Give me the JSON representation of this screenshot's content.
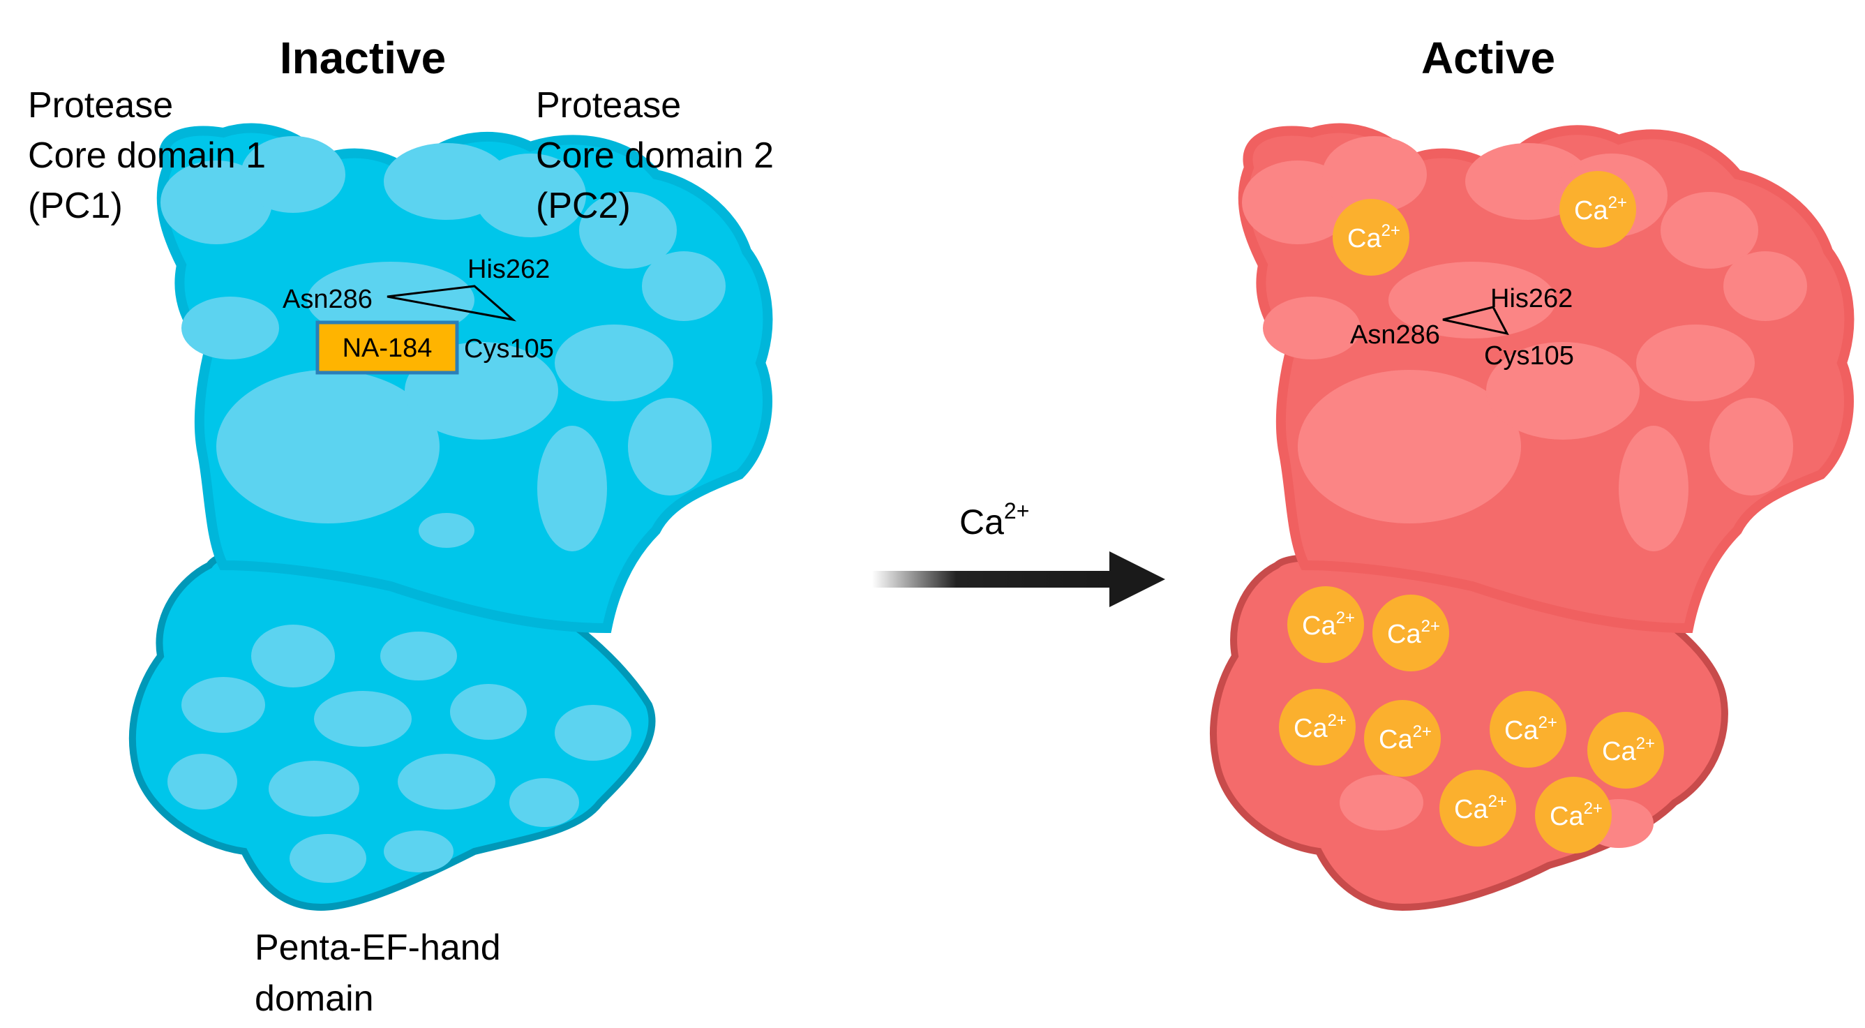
{
  "inactive": {
    "title": "Inactive",
    "pc1_label": [
      "Protease",
      "Core domain 1",
      "(PC1)"
    ],
    "pc2_label": [
      "Protease",
      "Core domain 2",
      "(PC2)"
    ],
    "residues": {
      "asn": "Asn286",
      "his": "His262",
      "cys": "Cys105"
    },
    "inhibitor": "NA-184",
    "pef_label": [
      "Penta-EF-hand",
      "domain"
    ]
  },
  "arrow": {
    "label": "Ca",
    "superscript": "2+"
  },
  "active": {
    "title": "Active",
    "residues": {
      "asn": "Asn286",
      "his": "His262",
      "cys": "Cys105"
    },
    "ion_label": "Ca",
    "ion_superscript": "2+",
    "ion_count": 10
  },
  "colors": {
    "inactive_body": "#00c6ea",
    "inactive_blob": "#5cd3f0",
    "inactive_outline": "#0098b8",
    "active_body": "#f46b6b",
    "active_blob": "#fb8585",
    "active_outline": "#c84b4b",
    "inhibitor_fill": "#ffb400",
    "inhibitor_border": "#2a7fb8",
    "ion_fill": "#fbb02e"
  }
}
